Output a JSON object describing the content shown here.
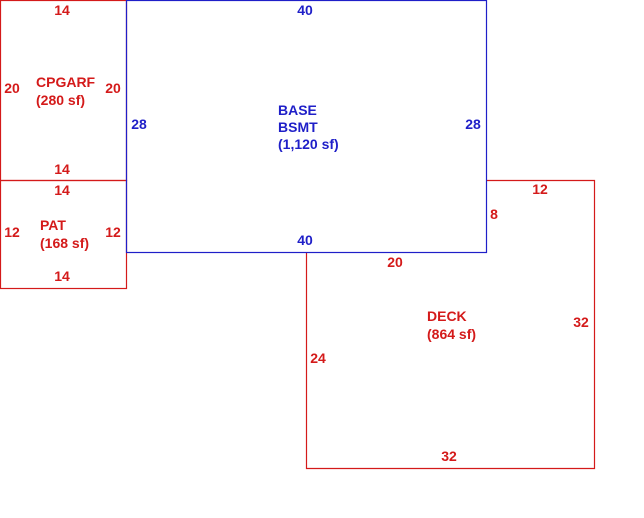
{
  "colors": {
    "base": "#1f1fc8",
    "addition": "#d41a1a",
    "background": "#ffffff"
  },
  "areas": {
    "base": {
      "name_line1": "BASE",
      "name_line2": "BSMT",
      "area": "(1,120 sf)",
      "dims": {
        "top": "40",
        "bottom": "40",
        "left": "28",
        "right": "28"
      }
    },
    "carport": {
      "name": "CPGARF",
      "area": "(280 sf)",
      "dims": {
        "top": "14",
        "bottom": "14",
        "left": "20",
        "right": "20"
      }
    },
    "patio": {
      "name": "PAT",
      "area": "(168 sf)",
      "dims": {
        "top": "14",
        "bottom": "14",
        "left": "12",
        "right": "12"
      }
    },
    "deck": {
      "name": "DECK",
      "area": "(864 sf)",
      "dims": {
        "top_right": "12",
        "notch": "8",
        "top_left": "20",
        "left": "24",
        "right": "32",
        "bottom": "32"
      }
    }
  }
}
